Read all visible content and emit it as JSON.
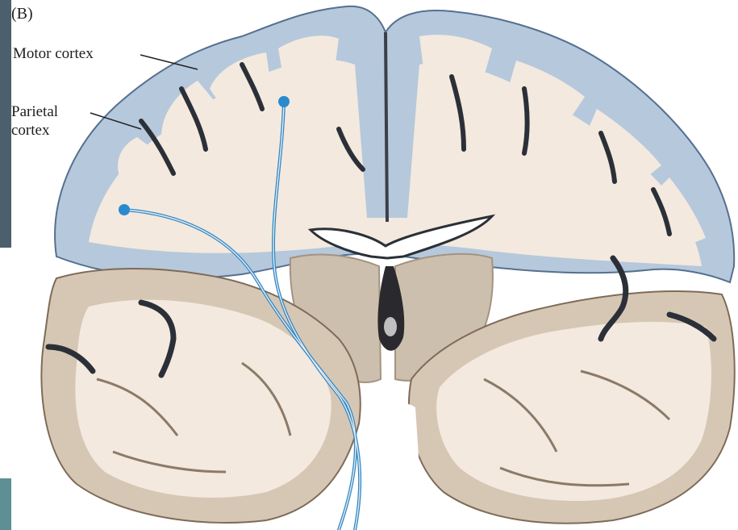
{
  "panel_label": "(B)",
  "labels": {
    "motor_cortex": "Motor cortex",
    "parietal_cortex_line1": "Parietal",
    "parietal_cortex_line2": "cortex"
  },
  "colors": {
    "cortex_gray_matter": "#b6c8dc",
    "cortex_dark_edge": "#6f8fb3",
    "white_matter": "#f3e9de",
    "temporal_gray_matter": "#c7b8a7",
    "temporal_dark": "#8c7a68",
    "tract_line": "#2a8ad0",
    "sulcus": "#2b3038"
  }
}
